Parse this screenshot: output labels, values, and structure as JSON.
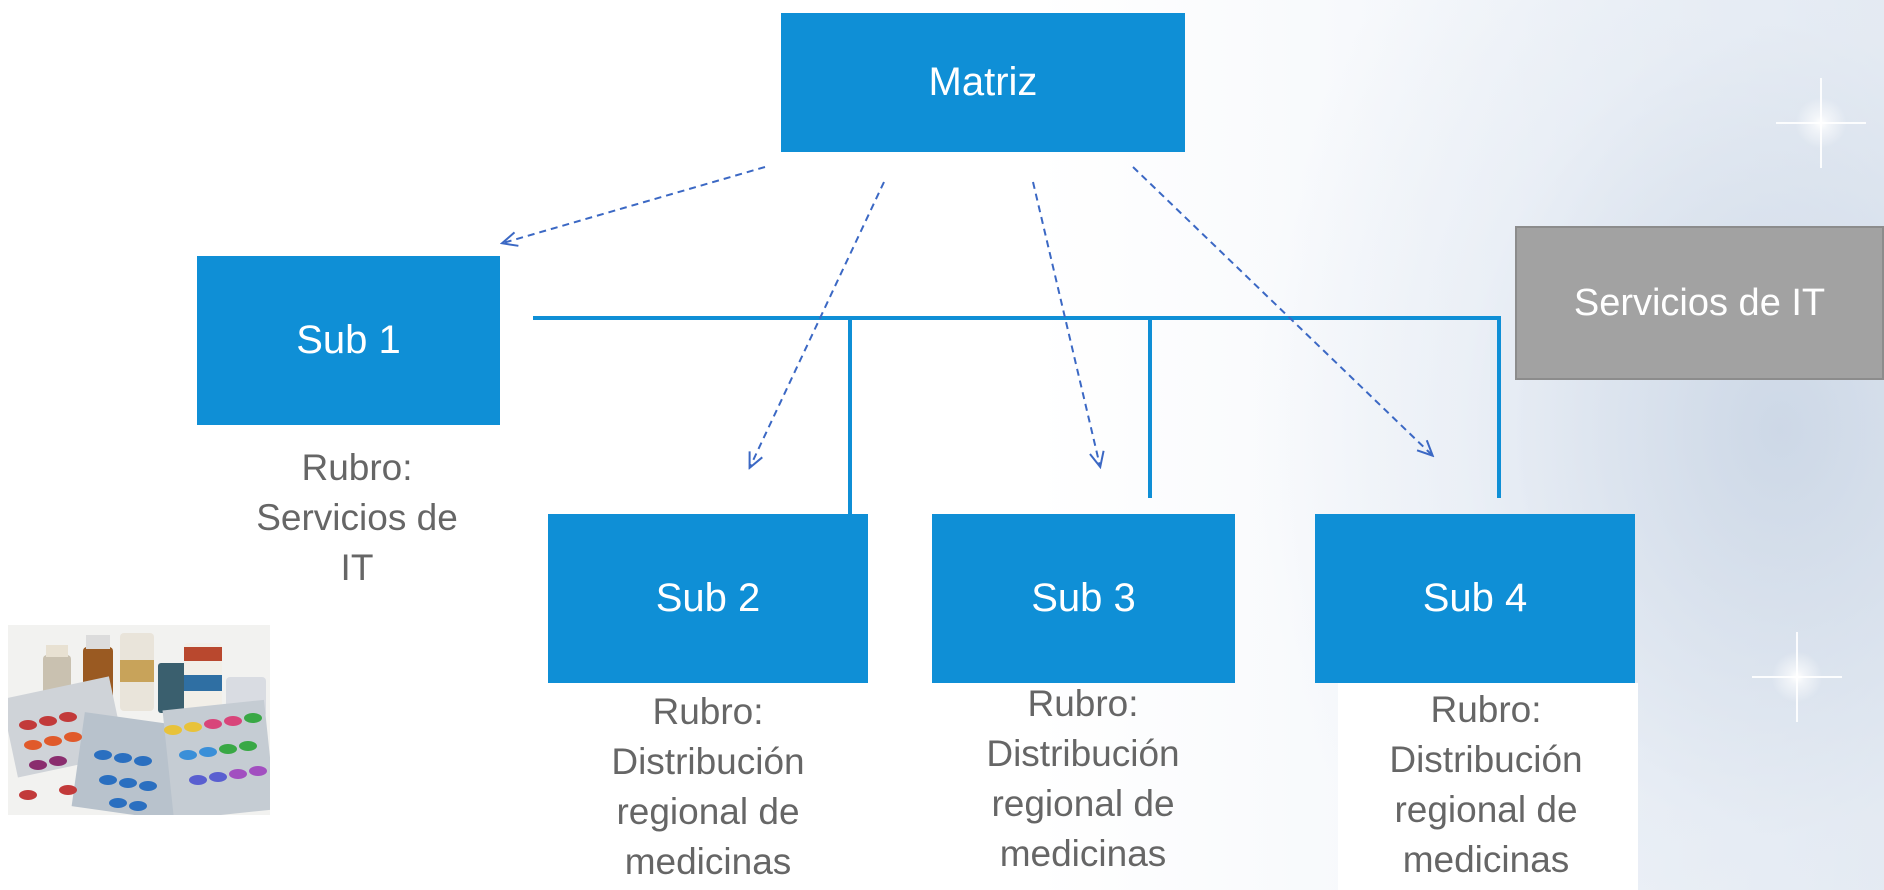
{
  "diagram": {
    "parent": {
      "label": "Matriz"
    },
    "side_box": {
      "label": "Servicios de IT"
    },
    "subsidiaries": [
      {
        "label": "Sub 1",
        "caption_lines": [
          "Rubro:",
          "Servicios de",
          "IT"
        ]
      },
      {
        "label": "Sub 2",
        "caption_lines": [
          "Rubro:",
          "Distribución",
          "regional de",
          "medicinas"
        ]
      },
      {
        "label": "Sub 3",
        "caption_lines": [
          "Rubro:",
          "Distribución",
          "regional de",
          "medicinas"
        ]
      },
      {
        "label": "Sub 4",
        "caption_lines": [
          "Rubro:",
          "Distribución",
          "regional de",
          "medicinas"
        ]
      }
    ]
  },
  "colors": {
    "box_fill": "#0f8fd6",
    "side_box_fill": "#a2a2a2",
    "connector": "#0f8fd6",
    "arrow": "#3b68c4",
    "caption_text": "#666666"
  },
  "image": {
    "icon": "medicine-pills-photo"
  }
}
